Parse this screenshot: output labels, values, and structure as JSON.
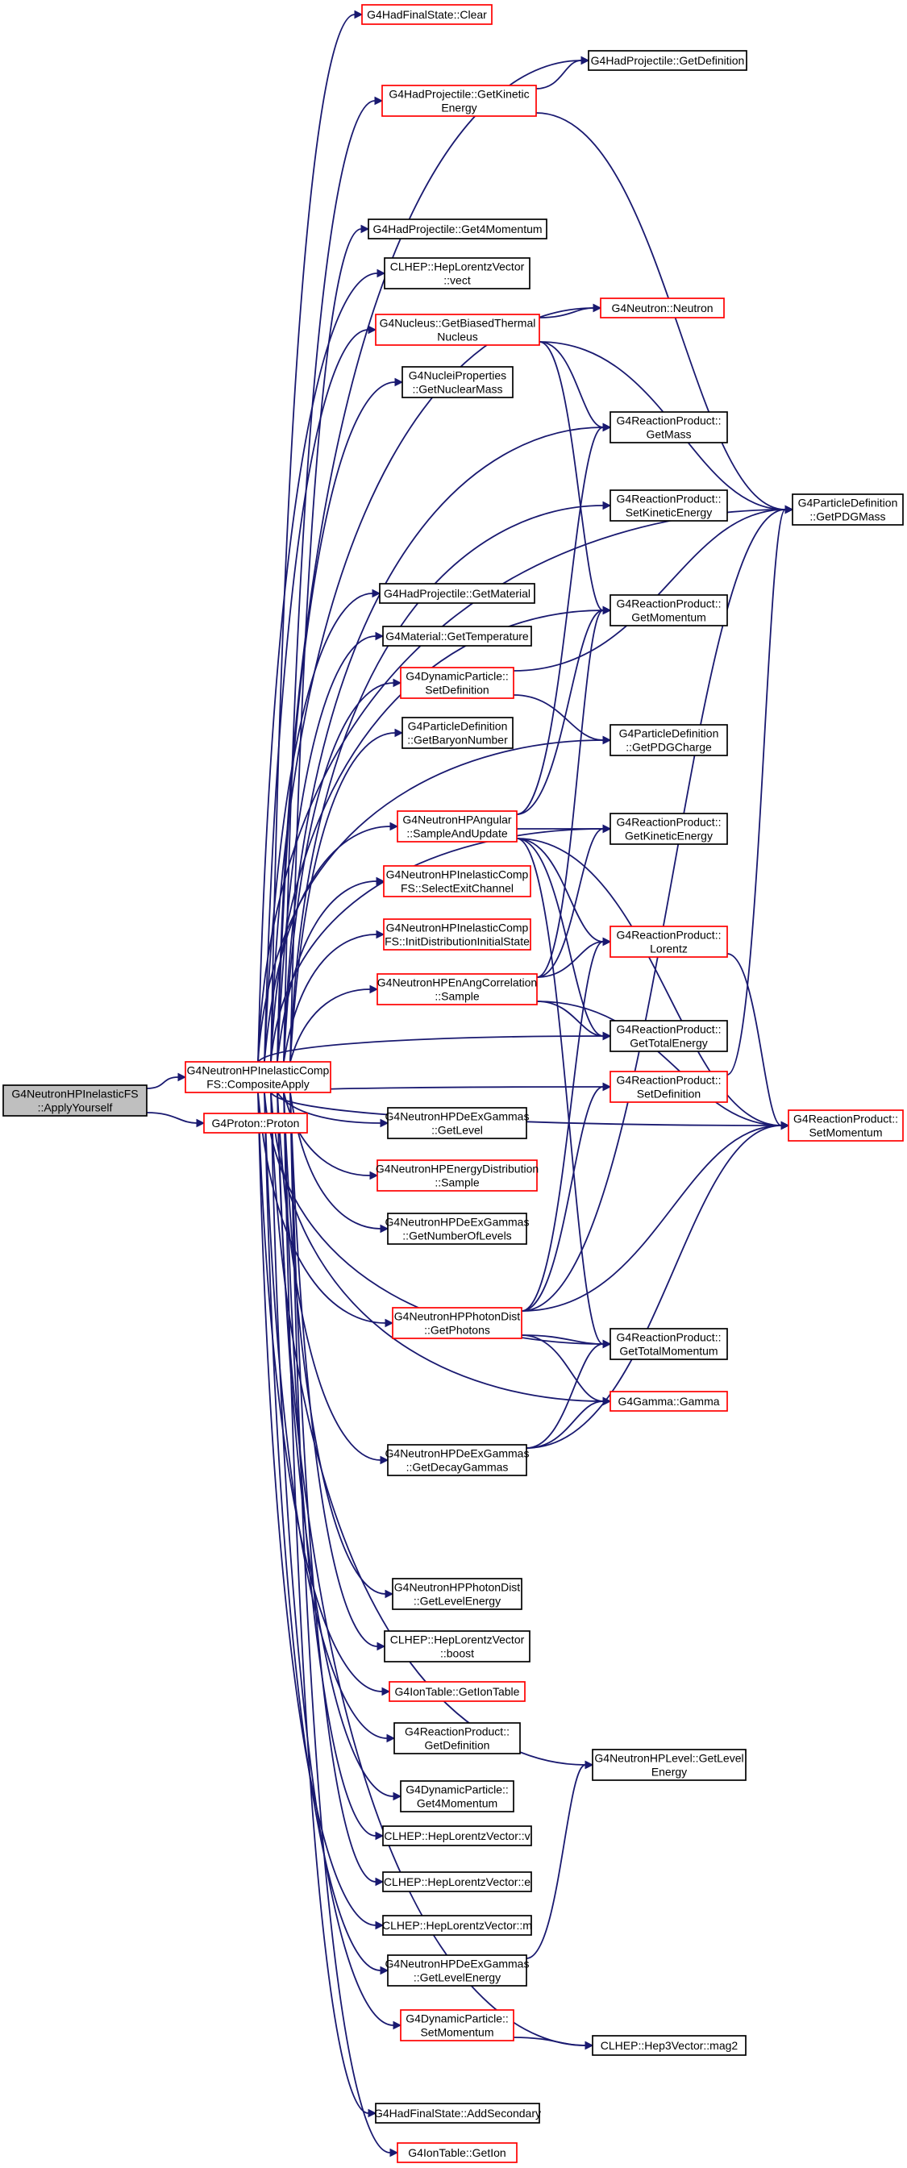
{
  "colors": {
    "edge": "#191970",
    "border_normal": "#000000",
    "border_truncated": "#ff0000",
    "fill_normal": "#ffffff",
    "fill_root": "#bfbfbf"
  },
  "nodes": [
    {
      "id": "root",
      "lines": [
        "G4NeutronHPInelasticFS",
        "::ApplyYourself"
      ],
      "style": "root"
    },
    {
      "id": "compositeApply",
      "lines": [
        "G4NeutronHPInelasticComp",
        "FS::CompositeApply"
      ],
      "style": "truncated"
    },
    {
      "id": "proton",
      "lines": [
        "G4Proton::Proton"
      ],
      "style": "truncated"
    },
    {
      "id": "finalClear",
      "lines": [
        "G4HadFinalState::Clear"
      ],
      "style": "truncated"
    },
    {
      "id": "projGetDefinition",
      "lines": [
        "G4HadProjectile::GetDefinition"
      ],
      "style": "normal"
    },
    {
      "id": "projGetKinetic",
      "lines": [
        "G4HadProjectile::GetKinetic",
        "Energy"
      ],
      "style": "truncated"
    },
    {
      "id": "projGet4Mom",
      "lines": [
        "G4HadProjectile::Get4Momentum"
      ],
      "style": "normal"
    },
    {
      "id": "lorentzVect",
      "lines": [
        "CLHEP::HepLorentzVector",
        "::vect"
      ],
      "style": "normal"
    },
    {
      "id": "nucleusBiased",
      "lines": [
        "G4Nucleus::GetBiasedThermal",
        "Nucleus"
      ],
      "style": "truncated"
    },
    {
      "id": "neutron",
      "lines": [
        "G4Neutron::Neutron"
      ],
      "style": "truncated"
    },
    {
      "id": "nucleiMass",
      "lines": [
        "G4NucleiProperties",
        "::GetNuclearMass"
      ],
      "style": "normal"
    },
    {
      "id": "rpGetMass",
      "lines": [
        "G4ReactionProduct::",
        "GetMass"
      ],
      "style": "normal"
    },
    {
      "id": "rpSetKinetic",
      "lines": [
        "G4ReactionProduct::",
        "SetKineticEnergy"
      ],
      "style": "normal"
    },
    {
      "id": "pdGetPDGMass",
      "lines": [
        "G4ParticleDefinition",
        "::GetPDGMass"
      ],
      "style": "normal"
    },
    {
      "id": "projGetMaterial",
      "lines": [
        "G4HadProjectile::GetMaterial"
      ],
      "style": "normal"
    },
    {
      "id": "rpGetMomentum",
      "lines": [
        "G4ReactionProduct::",
        "GetMomentum"
      ],
      "style": "normal"
    },
    {
      "id": "matGetTemp",
      "lines": [
        "G4Material::GetTemperature"
      ],
      "style": "normal"
    },
    {
      "id": "dynSetDef",
      "lines": [
        "G4DynamicParticle::",
        "SetDefinition"
      ],
      "style": "truncated"
    },
    {
      "id": "pdBaryon",
      "lines": [
        "G4ParticleDefinition",
        "::GetBaryonNumber"
      ],
      "style": "normal"
    },
    {
      "id": "pdGetPDGCharge",
      "lines": [
        "G4ParticleDefinition",
        "::GetPDGCharge"
      ],
      "style": "normal"
    },
    {
      "id": "angSample",
      "lines": [
        "G4NeutronHPAngular",
        "::SampleAndUpdate"
      ],
      "style": "truncated"
    },
    {
      "id": "rpGetKinetic",
      "lines": [
        "G4ReactionProduct::",
        "GetKineticEnergy"
      ],
      "style": "normal"
    },
    {
      "id": "selectExit",
      "lines": [
        "G4NeutronHPInelasticComp",
        "FS::SelectExitChannel"
      ],
      "style": "truncated"
    },
    {
      "id": "initDist",
      "lines": [
        "G4NeutronHPInelasticComp",
        "FS::InitDistributionInitialState"
      ],
      "style": "truncated"
    },
    {
      "id": "rpLorentz",
      "lines": [
        "G4ReactionProduct::",
        "Lorentz"
      ],
      "style": "truncated"
    },
    {
      "id": "enAngSample",
      "lines": [
        "G4NeutronHPEnAngCorrelation",
        "::Sample"
      ],
      "style": "truncated"
    },
    {
      "id": "rpGetTotalE",
      "lines": [
        "G4ReactionProduct::",
        "GetTotalEnergy"
      ],
      "style": "normal"
    },
    {
      "id": "rpSetDef",
      "lines": [
        "G4ReactionProduct::",
        "SetDefinition"
      ],
      "style": "truncated"
    },
    {
      "id": "rpSetMom",
      "lines": [
        "G4ReactionProduct::",
        "SetMomentum"
      ],
      "style": "truncated"
    },
    {
      "id": "deexGetLevel",
      "lines": [
        "G4NeutronHPDeExGammas",
        "::GetLevel"
      ],
      "style": "normal"
    },
    {
      "id": "enDistSample",
      "lines": [
        "G4NeutronHPEnergyDistribution",
        "::Sample"
      ],
      "style": "truncated"
    },
    {
      "id": "deexNumLevels",
      "lines": [
        "G4NeutronHPDeExGammas",
        "::GetNumberOfLevels"
      ],
      "style": "normal"
    },
    {
      "id": "photonGetPhotons",
      "lines": [
        "G4NeutronHPPhotonDist",
        "::GetPhotons"
      ],
      "style": "truncated"
    },
    {
      "id": "rpGetTotalMom",
      "lines": [
        "G4ReactionProduct::",
        "GetTotalMomentum"
      ],
      "style": "normal"
    },
    {
      "id": "gamma",
      "lines": [
        "G4Gamma::Gamma"
      ],
      "style": "truncated"
    },
    {
      "id": "deexDecay",
      "lines": [
        "G4NeutronHPDeExGammas",
        "::GetDecayGammas"
      ],
      "style": "normal"
    },
    {
      "id": "photonLevelE",
      "lines": [
        "G4NeutronHPPhotonDist",
        "::GetLevelEnergy"
      ],
      "style": "normal"
    },
    {
      "id": "lorentzBoost",
      "lines": [
        "CLHEP::HepLorentzVector",
        "::boost"
      ],
      "style": "normal"
    },
    {
      "id": "ionGetTable",
      "lines": [
        "G4IonTable::GetIonTable"
      ],
      "style": "truncated"
    },
    {
      "id": "rpGetDef",
      "lines": [
        "G4ReactionProduct::",
        "GetDefinition"
      ],
      "style": "normal"
    },
    {
      "id": "hpLevelE",
      "lines": [
        "G4NeutronHPLevel::GetLevel",
        "Energy"
      ],
      "style": "normal"
    },
    {
      "id": "dynGet4Mom",
      "lines": [
        "G4DynamicParticle::",
        "Get4Momentum"
      ],
      "style": "normal"
    },
    {
      "id": "lorentzV",
      "lines": [
        "CLHEP::HepLorentzVector::v"
      ],
      "style": "normal"
    },
    {
      "id": "lorentzE",
      "lines": [
        "CLHEP::HepLorentzVector::e"
      ],
      "style": "normal"
    },
    {
      "id": "lorentzM",
      "lines": [
        "CLHEP::HepLorentzVector::m"
      ],
      "style": "normal"
    },
    {
      "id": "deexLevelE",
      "lines": [
        "G4NeutronHPDeExGammas",
        "::GetLevelEnergy"
      ],
      "style": "normal"
    },
    {
      "id": "dynSetMom",
      "lines": [
        "G4DynamicParticle::",
        "SetMomentum"
      ],
      "style": "truncated"
    },
    {
      "id": "hep3Mag2",
      "lines": [
        "CLHEP::Hep3Vector::mag2"
      ],
      "style": "normal"
    },
    {
      "id": "addSecondary",
      "lines": [
        "G4HadFinalState::AddSecondary"
      ],
      "style": "normal"
    },
    {
      "id": "ionGetIon",
      "lines": [
        "G4IonTable::GetIon"
      ],
      "style": "truncated"
    }
  ]
}
